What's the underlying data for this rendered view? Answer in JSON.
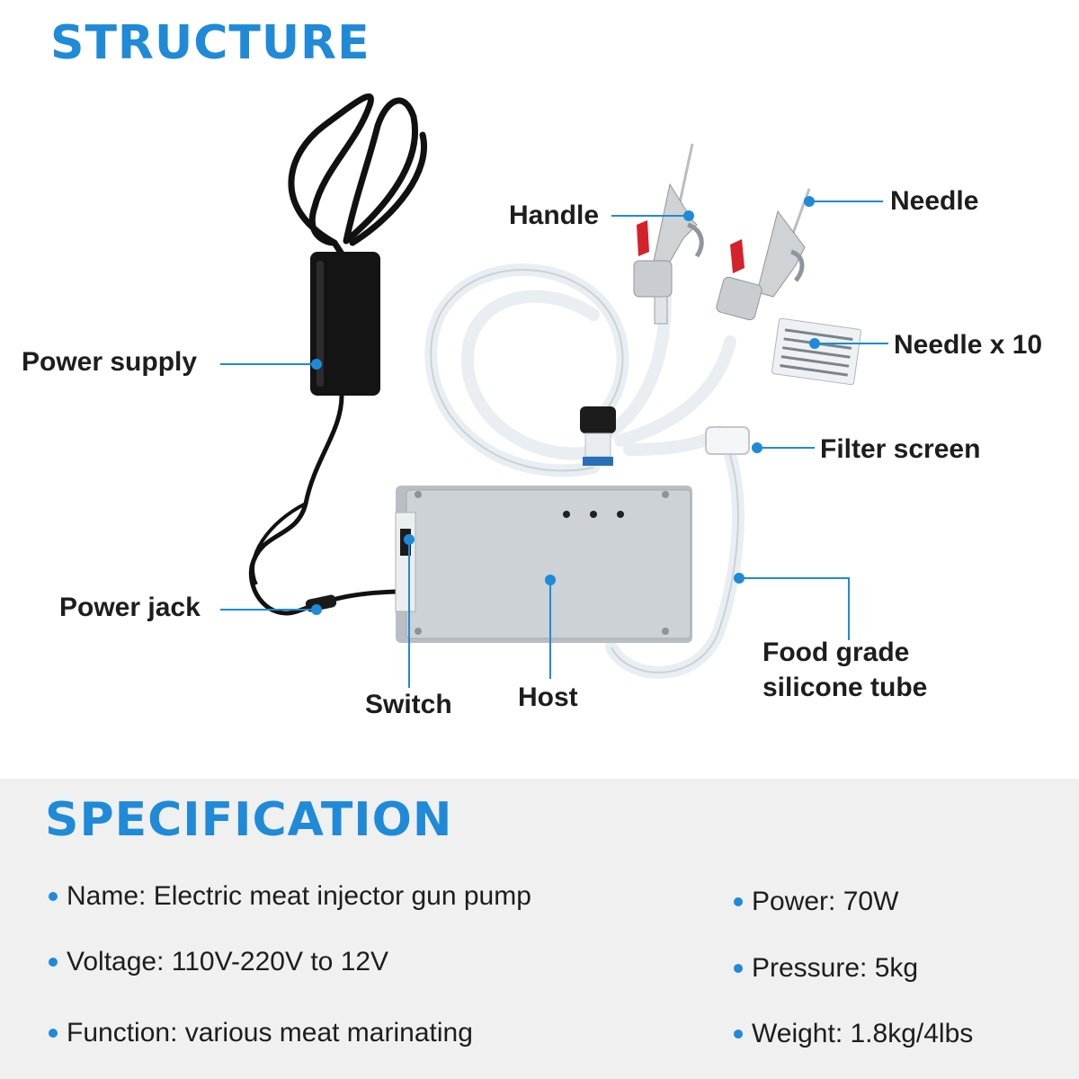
{
  "colors": {
    "accent": "#1f8ad8",
    "text": "#1d1d1d",
    "spec_background": "#f0f0f0"
  },
  "structure": {
    "title": "STRUCTURE",
    "labels": {
      "power_supply": "Power supply",
      "power_jack": "Power jack",
      "switch": "Switch",
      "host": "Host",
      "handle": "Handle",
      "needle": "Needle",
      "needle_x10": "Needle x 10",
      "filter_screen": "Filter screen",
      "tube_line1": "Food grade",
      "tube_line2": "silicone tube"
    }
  },
  "specification": {
    "title": "SPECIFICATION",
    "items": [
      "Name: Electric meat injector gun pump",
      "Voltage: 110V-220V to 12V",
      "Function: various meat marinating",
      "Power: 70W",
      "Pressure: 5kg",
      "Weight: 1.8kg/4lbs"
    ]
  }
}
